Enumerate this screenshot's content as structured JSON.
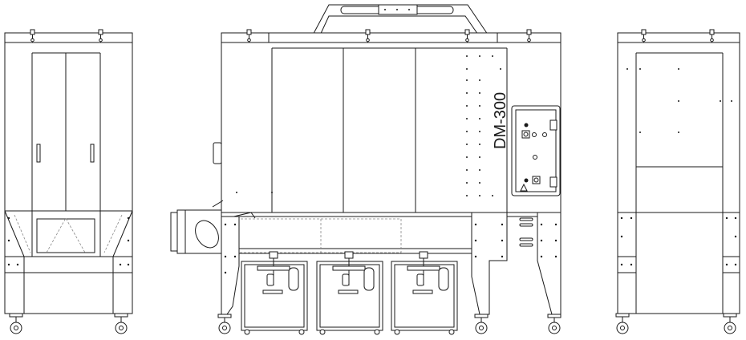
{
  "model_label": "DM-300",
  "views": [
    {
      "name": "left-side-view"
    },
    {
      "name": "front-view"
    },
    {
      "name": "right-side-view"
    }
  ]
}
